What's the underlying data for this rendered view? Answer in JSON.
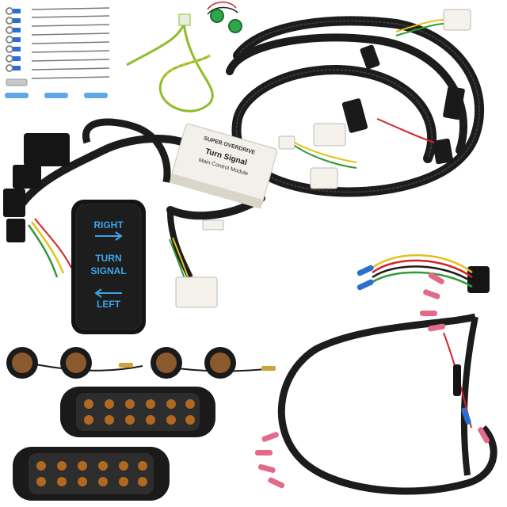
{
  "switch": {
    "right_label": "RIGHT",
    "turn_label": "TURN",
    "signal_label": "SIGNAL",
    "left_label": "LEFT"
  },
  "module": {
    "brand": "SUPER OVERDRIVE",
    "title_line1": "Turn Signal",
    "title_line2": "Main Control Module"
  },
  "colors": {
    "background": "#ffffff",
    "loom": "#1c1c1c",
    "switch_body": "#141414",
    "switch_text": "#3aa6e8",
    "module_body": "#f2f0ea",
    "connector_white": "#f4f2ea",
    "wire_yellow": "#e2c21a",
    "wire_green": "#2f9a3a",
    "wire_red": "#d2232a",
    "terminal_blue": "#2d6fd1",
    "terminal_pink": "#e46a8a",
    "led_amber": "#c9741f"
  }
}
